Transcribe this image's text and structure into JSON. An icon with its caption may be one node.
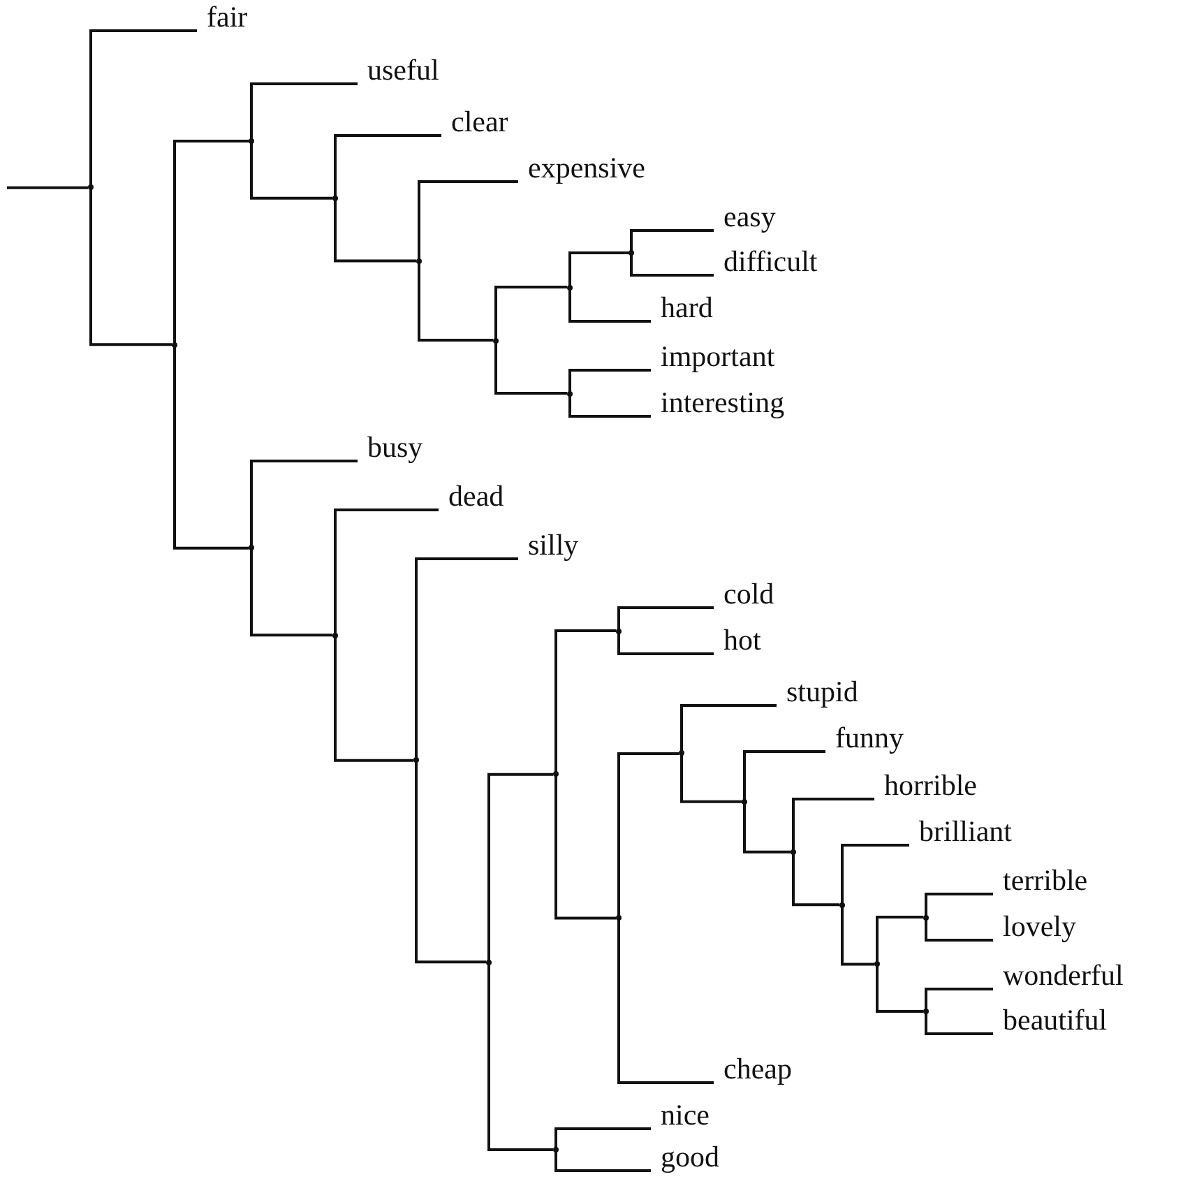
{
  "diagram": {
    "nodes": [
      {
        "text": [],
        "shape": "dot"
      },
      {
        "text": [
          "fair"
        ]
      },
      {
        "text": [],
        "shape": "dot"
      },
      {
        "text": [],
        "shape": "dot"
      },
      {
        "text": [
          "useful"
        ]
      },
      {
        "text": [],
        "shape": "dot"
      },
      {
        "text": [
          "clear"
        ]
      },
      {
        "text": [],
        "shape": "dot"
      },
      {
        "text": [
          "expensive"
        ]
      },
      {
        "text": [],
        "shape": "dot"
      },
      {
        "text": [],
        "shape": "dot"
      },
      {
        "text": [],
        "shape": "dot"
      },
      {
        "text": [
          "easy"
        ]
      },
      {
        "text": [
          "difficult"
        ]
      },
      {
        "text": [
          "hard"
        ]
      },
      {
        "text": [],
        "shape": "dot"
      },
      {
        "text": [
          "important"
        ]
      },
      {
        "text": [
          "interesting"
        ]
      },
      {
        "text": [],
        "shape": "dot"
      },
      {
        "text": [
          "busy"
        ]
      },
      {
        "text": [],
        "shape": "dot"
      },
      {
        "text": [
          "dead"
        ]
      },
      {
        "text": [],
        "shape": "dot"
      },
      {
        "text": [
          "silly"
        ]
      },
      {
        "text": [],
        "shape": "dot"
      },
      {
        "text": [],
        "shape": "dot"
      },
      {
        "text": [],
        "shape": "dot"
      },
      {
        "text": [
          "cold"
        ]
      },
      {
        "text": [
          "hot"
        ]
      },
      {
        "text": [],
        "shape": "dot"
      },
      {
        "text": [],
        "shape": "dot"
      },
      {
        "text": [
          "stupid"
        ]
      },
      {
        "text": [],
        "shape": "dot"
      },
      {
        "text": [
          "funny"
        ]
      },
      {
        "text": [],
        "shape": "dot"
      },
      {
        "text": [
          "horrible"
        ]
      },
      {
        "text": [],
        "shape": "dot"
      },
      {
        "text": [
          "brilliant"
        ]
      },
      {
        "text": [],
        "shape": "dot"
      },
      {
        "text": [],
        "shape": "dot"
      },
      {
        "text": [
          "terrible"
        ]
      },
      {
        "text": [
          "lovely"
        ]
      },
      {
        "text": [],
        "shape": "dot"
      },
      {
        "text": [
          "wonderful"
        ]
      },
      {
        "text": [
          "beautiful"
        ]
      },
      {
        "text": [
          "cheap"
        ]
      },
      {
        "text": [],
        "shape": "dot"
      },
      {
        "text": [
          "nice"
        ]
      },
      {
        "text": [
          "good"
        ]
      }
    ],
    "edges": [
      {
        "from": null,
        "to": 0,
        "arrow": "none"
      },
      {
        "from": 0,
        "to": 1,
        "arrow": "none"
      },
      {
        "from": 0,
        "to": 2,
        "arrow": "none"
      },
      {
        "from": 2,
        "to": 3,
        "arrow": "none"
      },
      {
        "from": 2,
        "to": 18,
        "arrow": "none"
      },
      {
        "from": 3,
        "to": 4,
        "arrow": "none"
      },
      {
        "from": 3,
        "to": 5,
        "arrow": "none"
      },
      {
        "from": 5,
        "to": 6,
        "arrow": "none"
      },
      {
        "from": 5,
        "to": 7,
        "arrow": "none"
      },
      {
        "from": 7,
        "to": 8,
        "arrow": "none"
      },
      {
        "from": 7,
        "to": 9,
        "arrow": "none"
      },
      {
        "from": 9,
        "to": 10,
        "arrow": "none"
      },
      {
        "from": 9,
        "to": 15,
        "arrow": "none"
      },
      {
        "from": 10,
        "to": 11,
        "arrow": "none"
      },
      {
        "from": 10,
        "to": 14,
        "arrow": "none"
      },
      {
        "from": 11,
        "to": 12,
        "arrow": "none"
      },
      {
        "from": 11,
        "to": 13,
        "arrow": "none"
      },
      {
        "from": 15,
        "to": 16,
        "arrow": "none"
      },
      {
        "from": 15,
        "to": 17,
        "arrow": "none"
      },
      {
        "from": 18,
        "to": 19,
        "arrow": "none"
      },
      {
        "from": 18,
        "to": 20,
        "arrow": "none"
      },
      {
        "from": 20,
        "to": 21,
        "arrow": "none"
      },
      {
        "from": 20,
        "to": 22,
        "arrow": "none"
      },
      {
        "from": 22,
        "to": 23,
        "arrow": "none"
      },
      {
        "from": 22,
        "to": 24,
        "arrow": "none"
      },
      {
        "from": 24,
        "to": 25,
        "arrow": "none"
      },
      {
        "from": 24,
        "to": 46,
        "arrow": "none"
      },
      {
        "from": 25,
        "to": 26,
        "arrow": "none"
      },
      {
        "from": 25,
        "to": 29,
        "arrow": "none"
      },
      {
        "from": 26,
        "to": 27,
        "arrow": "none"
      },
      {
        "from": 26,
        "to": 28,
        "arrow": "none"
      },
      {
        "from": 29,
        "to": 30,
        "arrow": "none"
      },
      {
        "from": 29,
        "to": 45,
        "arrow": "none"
      },
      {
        "from": 30,
        "to": 31,
        "arrow": "none"
      },
      {
        "from": 30,
        "to": 32,
        "arrow": "none"
      },
      {
        "from": 32,
        "to": 33,
        "arrow": "none"
      },
      {
        "from": 32,
        "to": 34,
        "arrow": "none"
      },
      {
        "from": 34,
        "to": 35,
        "arrow": "none"
      },
      {
        "from": 34,
        "to": 36,
        "arrow": "none"
      },
      {
        "from": 36,
        "to": 37,
        "arrow": "none"
      },
      {
        "from": 36,
        "to": 38,
        "arrow": "none"
      },
      {
        "from": 38,
        "to": 39,
        "arrow": "none"
      },
      {
        "from": 38,
        "to": 42,
        "arrow": "none"
      },
      {
        "from": 39,
        "to": 40,
        "arrow": "none"
      },
      {
        "from": 39,
        "to": 41,
        "arrow": "none"
      },
      {
        "from": 42,
        "to": 43,
        "arrow": "none"
      },
      {
        "from": 42,
        "to": 44,
        "arrow": "none"
      },
      {
        "from": 46,
        "to": 47,
        "arrow": "none"
      },
      {
        "from": 46,
        "to": 48,
        "arrow": "none"
      }
    ]
  }
}
